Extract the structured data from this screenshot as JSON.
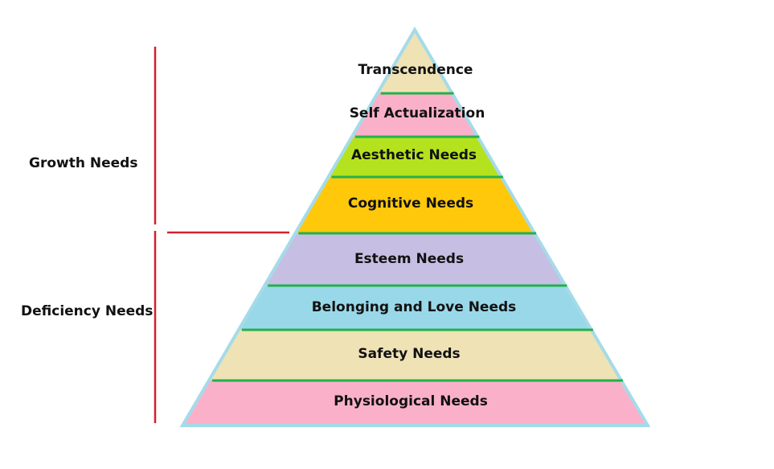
{
  "groups": {
    "growth": "Growth Needs",
    "deficiency": "Deficiency Needs"
  },
  "layers": [
    {
      "label": "Transcendence",
      "color": "#efe2b5"
    },
    {
      "label": "Self Actualization",
      "color": "#fbb0c9"
    },
    {
      "label": "Aesthetic Needs",
      "color": "#b5e21e"
    },
    {
      "label": "Cognitive Needs",
      "color": "#ffc80b"
    },
    {
      "label": "Esteem Needs",
      "color": "#c6bfe3"
    },
    {
      "label": "Belonging and Love Needs",
      "color": "#99d8e8"
    },
    {
      "label": "Safety Needs",
      "color": "#efe2b5"
    },
    {
      "label": "Physiological Needs",
      "color": "#fbb0c9"
    }
  ],
  "colors": {
    "outline": "#a5dbe9",
    "separator": "#22b14c",
    "bracket": "#d3212f"
  }
}
